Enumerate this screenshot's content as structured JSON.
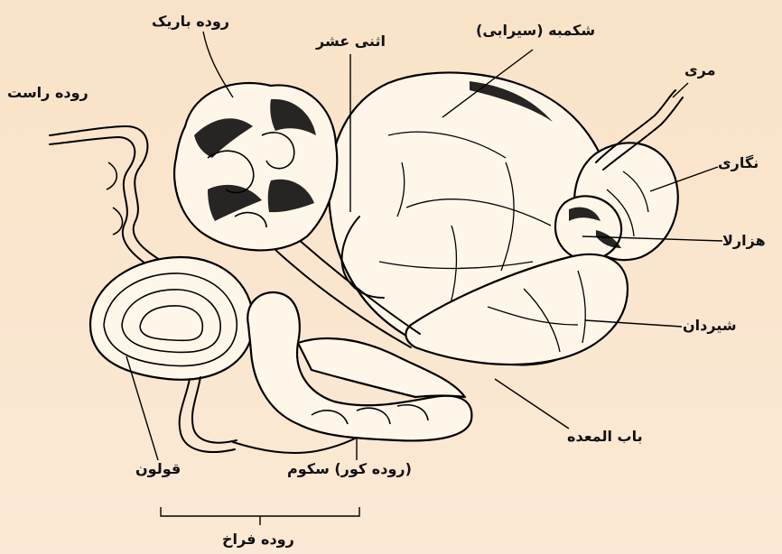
{
  "labels": {
    "small_intestine": "روده باریک",
    "duodenum": "اثنی عشر",
    "rumen": "شکمبه (سیرابی)",
    "esophagus": "مری",
    "rectum": "روده راست",
    "reticulum": "نگاری",
    "omasum": "هزارلا",
    "abomasum": "شیردان",
    "pylorus": "باب المعده",
    "colon": "قولون",
    "cecum": "(روده کور) سکوم",
    "large_intestine": "روده فراخ"
  },
  "colors": {
    "background": "#f9e3c8",
    "ink": "#000000",
    "organ_fill": "#fff6ea"
  }
}
